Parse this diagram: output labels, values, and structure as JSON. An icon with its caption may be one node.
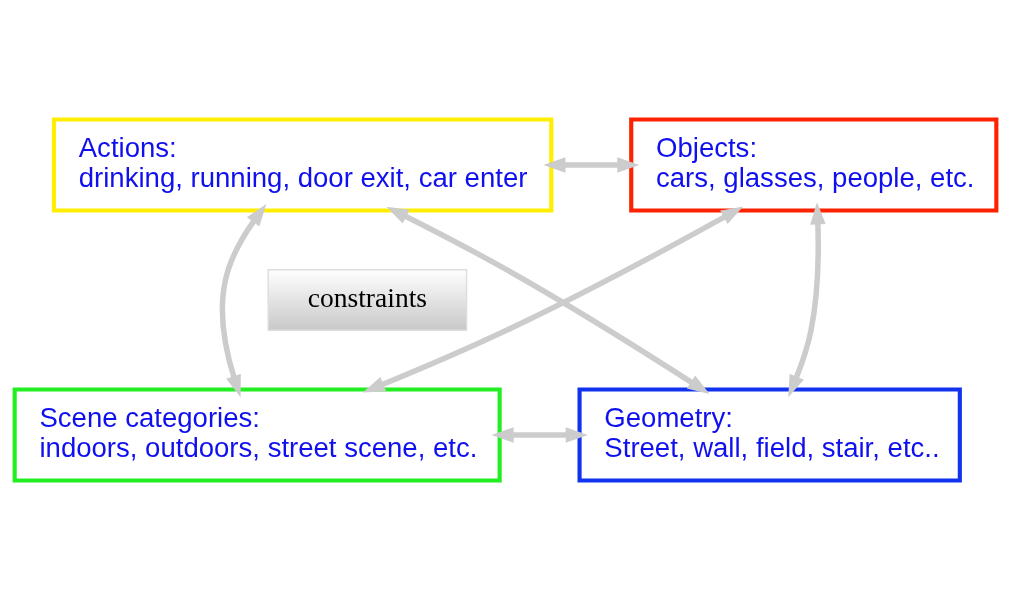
{
  "diagram": {
    "nodes": [
      {
        "text": [
          "Objects:",
          "cars, glasses, people, etc."
        ]
      },
      {
        "text": [
          "Actions:",
          "drinking, running, door exit, car enter"
        ]
      },
      {
        "text": [
          "constraints"
        ]
      },
      {
        "text": [
          "Scene categories:",
          "indoors, outdoors, street scene, etc."
        ]
      },
      {
        "text": [
          "Geometry:",
          "Street, wall, field, stair, etc.."
        ]
      }
    ],
    "edges": [
      {
        "from": 0,
        "to": 1,
        "arrow": "both"
      },
      {
        "from": 3,
        "to": 1,
        "arrow": "both"
      },
      {
        "from": 0,
        "to": 4,
        "arrow": "both"
      },
      {
        "from": 0,
        "to": 3,
        "arrow": "both"
      },
      {
        "from": 1,
        "to": 4,
        "arrow": "both"
      },
      {
        "from": 3,
        "to": 4,
        "arrow": "both"
      }
    ]
  }
}
